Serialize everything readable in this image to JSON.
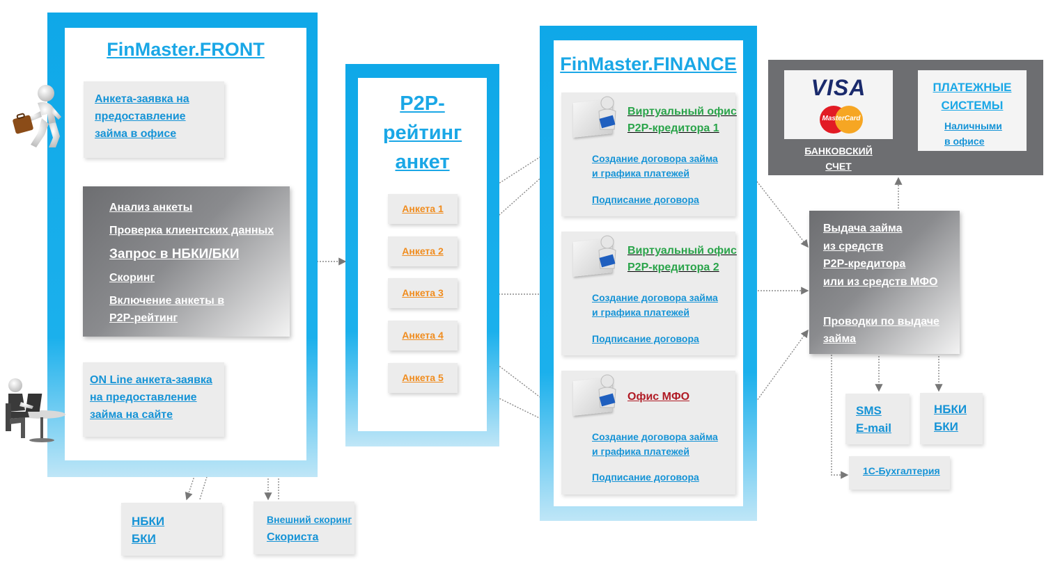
{
  "front": {
    "title": "FinMaster.FRONT",
    "office_form": [
      "Анкета-заявка на",
      "предоставление",
      "займа в офисе"
    ],
    "analysis": [
      "Анализ анкеты",
      "Проверка клиентских данных",
      "Запрос в НБКИ/БКИ",
      "Скоринг",
      "Включение анкеты в",
      "P2P-рейтинг"
    ],
    "online_form": [
      "ON Line анкета-заявка",
      "на предоставление",
      "займа на сайте"
    ]
  },
  "bottom_left": {
    "nbki": [
      "НБКИ",
      "БКИ"
    ],
    "scoring": [
      "Внешний скоринг",
      "Скориста"
    ]
  },
  "rating": {
    "title": [
      "P2P-",
      "рейтинг",
      "анкет"
    ],
    "items": [
      "Анкета 1",
      "Анкета 2",
      "Анкета 3",
      "Анкета 4",
      "Анкета 5"
    ]
  },
  "finance": {
    "title": "FinMaster.FINANCE",
    "offices": [
      {
        "title": [
          "Виртуальный офис",
          "P2P-кредитора 1"
        ],
        "color": "#2aa44a",
        "contract": [
          "Создание договора займа",
          "и графика платежей"
        ],
        "sign": "Подписание договора"
      },
      {
        "title": [
          "Виртуальный офис",
          "P2P-кредитора 2"
        ],
        "color": "#2aa44a",
        "contract": [
          "Создание договора займа",
          "и графика платежей"
        ],
        "sign": "Подписание договора"
      },
      {
        "title": [
          "Офис МФО"
        ],
        "color": "#b01a24",
        "contract": [
          "Создание договора займа",
          "и графика платежей"
        ],
        "sign": "Подписание договора"
      }
    ]
  },
  "payments": {
    "visa": "VISA",
    "mastercard": "MasterCard",
    "bank_account": [
      "БАНКОВСКИЙ",
      "СЧЕТ"
    ],
    "systems_title": [
      "ПЛАТЕЖНЫЕ",
      "СИСТЕМЫ"
    ],
    "cash": [
      "Наличными",
      "в офисе"
    ]
  },
  "issue": {
    "lines": [
      "Выдача займа",
      "из средств",
      "P2P-кредитора",
      "или из средств МФО",
      "Проводки по выдаче",
      "займа"
    ]
  },
  "notify": {
    "sms": [
      "SMS",
      "E-mail"
    ],
    "nbki": [
      "НБКИ",
      "БКИ"
    ],
    "accounting": "1С-Бухгалтерия"
  },
  "colors": {
    "frame_blue": "#1aa7e6",
    "link_blue": "#1593d6",
    "anketa_orange": "#f08c1e"
  }
}
